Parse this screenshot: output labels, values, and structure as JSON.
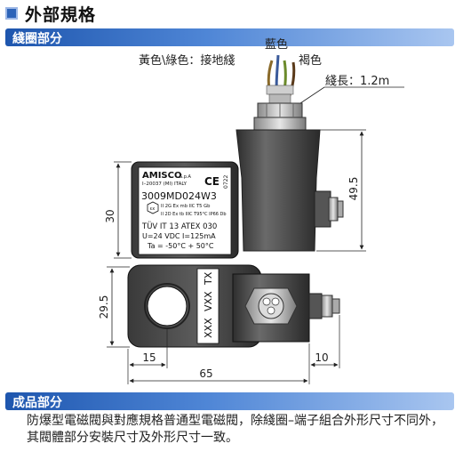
{
  "page_title": "外部規格",
  "section_coil": {
    "label": "綫圈部分"
  },
  "section_product": {
    "label": "成品部分",
    "description": "防爆型電磁閥與對應規格普通型電磁閥，除綫圈–端子組合外形尺寸不同外，其閥體部分安裝尺寸及外形尺寸一致。"
  },
  "drawing": {
    "wire_labels": {
      "blue": "藍色",
      "yellow_green": "黃色\\綠色：接地綫",
      "brown": "褐色",
      "length": "綫長：1.2m"
    },
    "nameplate": {
      "brand": "AMISCO",
      "brand_suffix": "S.p.A",
      "address": "I–20037 (MI) ITALY",
      "ce": "CE",
      "notified_body": "0722",
      "model": "3009MD024W3",
      "ex_line1": "II 2G Ex mb IIC T5 Gb",
      "ex_line2": "II 2D Ex tb IIIC T95°C IP66 Db",
      "cert": "TÜV IT 13 ATEX 030",
      "rating": "U=24 VDC   I=125mA",
      "ta": "Ta = -50°C  + 50°C"
    },
    "dims": {
      "height_front": "30",
      "height_total": "49.5",
      "height_top": "29.5",
      "offset_left": "15",
      "offset_right": "10",
      "length": "65"
    },
    "side_marks": [
      "XXX",
      "VXX",
      "TX"
    ]
  }
}
